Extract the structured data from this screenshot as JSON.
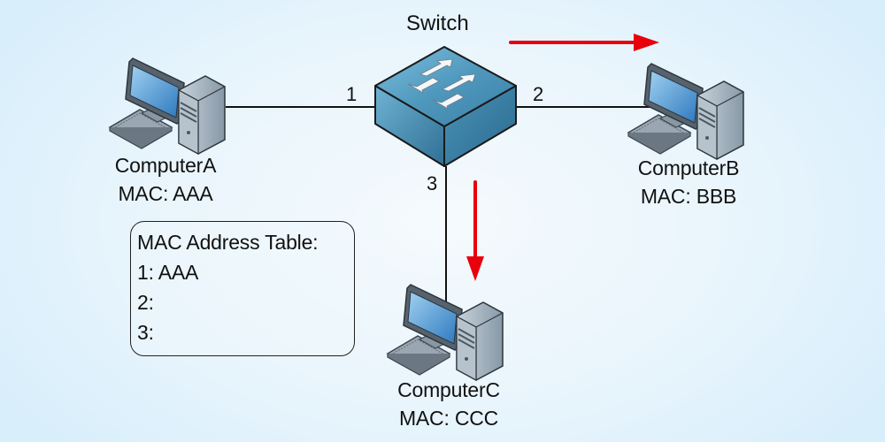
{
  "switch": {
    "label": "Switch"
  },
  "ports": [
    {
      "number": "1"
    },
    {
      "number": "2"
    },
    {
      "number": "3"
    }
  ],
  "computers": [
    {
      "id": "A",
      "name": "ComputerA",
      "mac": "MAC: AAA"
    },
    {
      "id": "B",
      "name": "ComputerB",
      "mac": "MAC: BBB"
    },
    {
      "id": "C",
      "name": "ComputerC",
      "mac": "MAC: CCC"
    }
  ],
  "mac_table": {
    "title": "MAC Address Table:",
    "entries": [
      "1: AAA",
      "2:",
      "3:"
    ]
  },
  "colors": {
    "arrow": "#e8000b",
    "link": "#111111",
    "switch_top": "#5aa3c6",
    "switch_side": "#3f86ab"
  },
  "arrows": [
    {
      "direction": "right",
      "meaning": "frame flooded out port 2"
    },
    {
      "direction": "down",
      "meaning": "frame flooded out port 3"
    }
  ]
}
